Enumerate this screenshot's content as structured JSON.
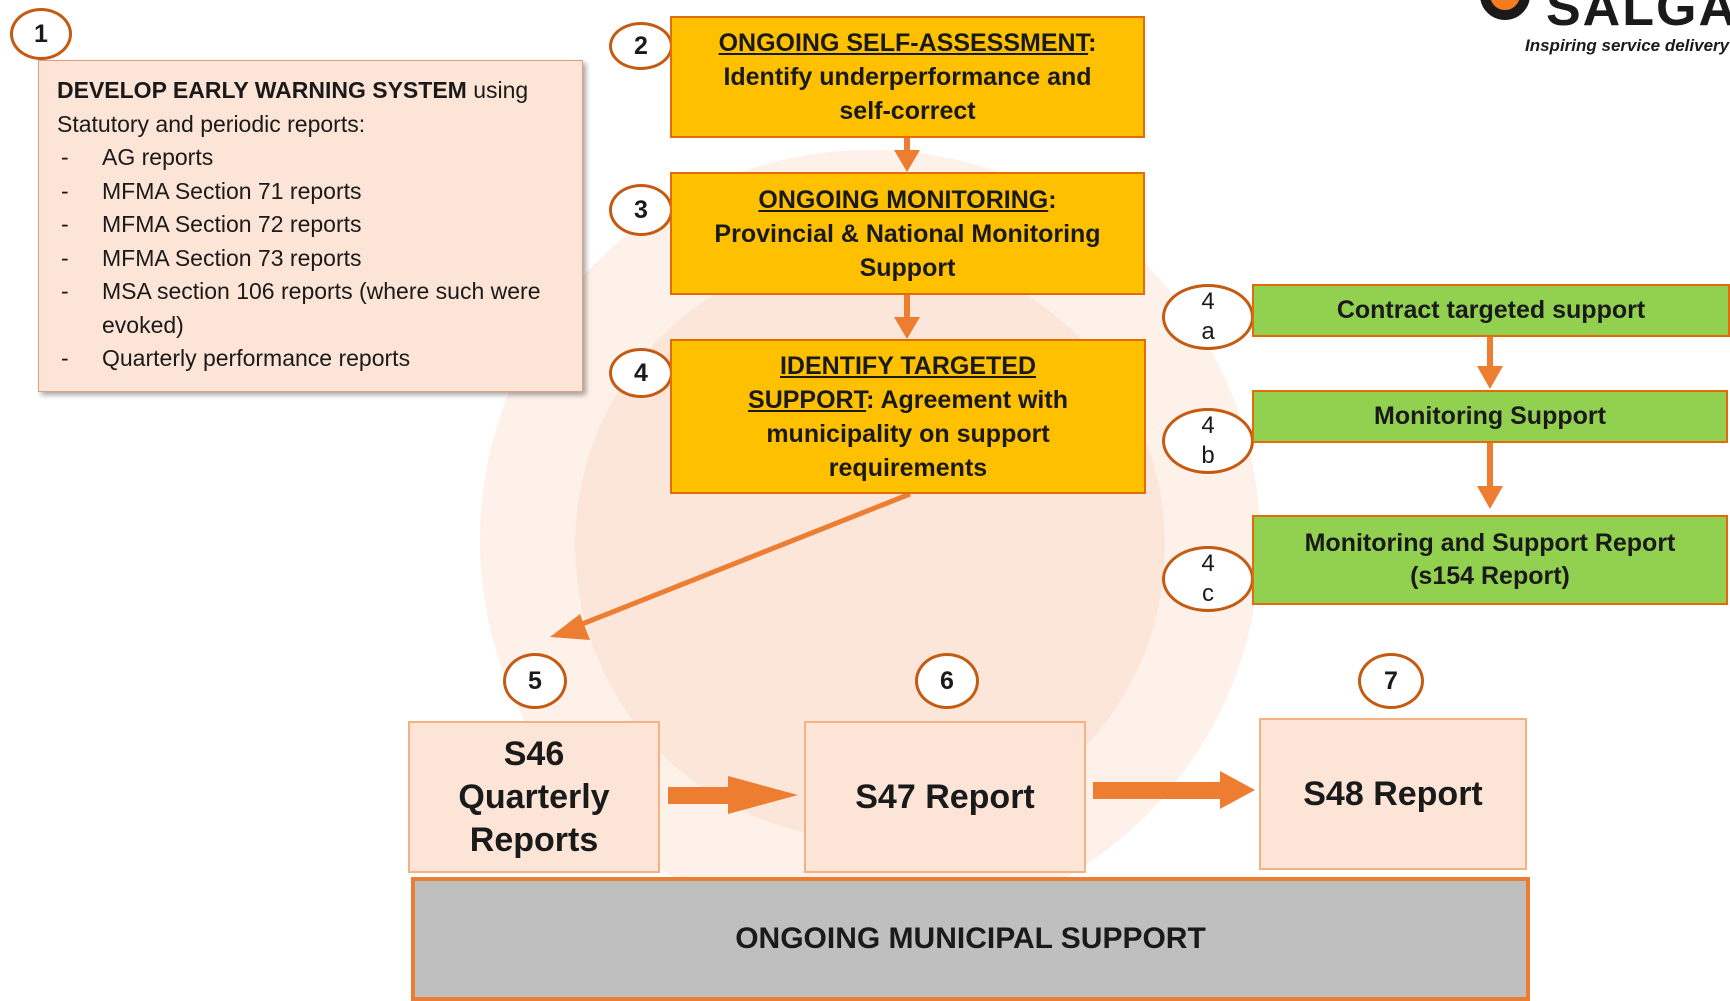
{
  "logo": {
    "text": "SALGA",
    "tagline": "Inspiring service delivery"
  },
  "step1": {
    "number": "1",
    "heading_bold": "DEVELOP EARLY WARNING SYSTEM",
    "heading_rest": " using",
    "intro": "Statutory and periodic reports:",
    "items": [
      "AG reports",
      "MFMA Section 71 reports",
      "MFMA Section 72 reports",
      "MFMA Section 73 reports",
      "MSA section 106 reports (where such were evoked)",
      "Quarterly performance reports"
    ]
  },
  "step2": {
    "number": "2",
    "title": "ONGOING SELF-ASSESSMENT",
    "colon": ":",
    "body": "Identify underperformance and self-correct"
  },
  "step3": {
    "number": "3",
    "title": "ONGOING MONITORING",
    "colon": ":",
    "body": "Provincial & National Monitoring Support"
  },
  "step4": {
    "number": "4",
    "title_line1": "IDENTIFY TARGETED",
    "title_line2": "SUPPORT",
    "body": ": Agreement with municipality on support requirements"
  },
  "step4a": {
    "num_top": "4",
    "num_bottom": "a",
    "label": "Contract targeted support"
  },
  "step4b": {
    "num_top": "4",
    "num_bottom": "b",
    "label": "Monitoring Support"
  },
  "step4c": {
    "num_top": "4",
    "num_bottom": "c",
    "label_line1": "Monitoring and Support Report",
    "label_line2": "(s154 Report)"
  },
  "step5": {
    "number": "5",
    "line1": "S46",
    "line2": "Quarterly",
    "line3": "Reports"
  },
  "step6": {
    "number": "6",
    "label": "S47 Report"
  },
  "step7": {
    "number": "7",
    "label": "S48 Report"
  },
  "footer": {
    "label": "ONGOING MUNICIPAL SUPPORT"
  },
  "colors": {
    "yellow_box": "#ffc000",
    "green_box": "#92d050",
    "peach_box": "#fce4d6",
    "arrow": "#ed7d31",
    "circle_border": "#c55a11",
    "footer_box": "#bfbfbf"
  }
}
